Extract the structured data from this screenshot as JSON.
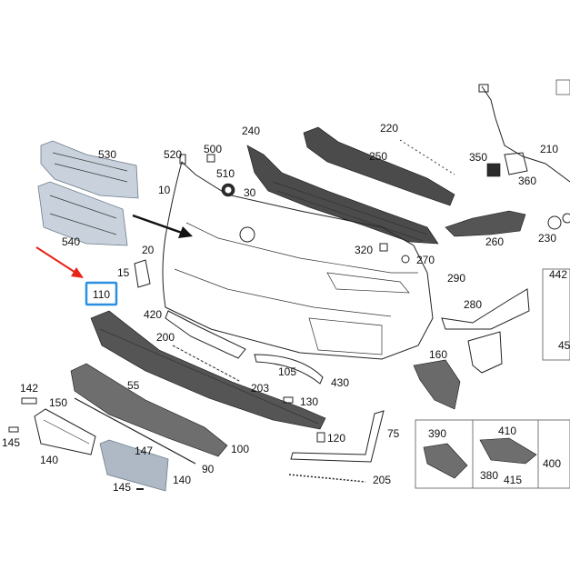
{
  "highlight": {
    "label": "110",
    "color": "#2a8fe0"
  },
  "arrow_color": "#e8231a",
  "callouts": {
    "c10": "10",
    "c15": "15",
    "c20": "20",
    "c30": "30",
    "c55": "55",
    "c75": "75",
    "c90": "90",
    "c100": "100",
    "c105": "105",
    "c120": "120",
    "c130": "130",
    "c140a": "140",
    "c140b": "140",
    "c142": "142",
    "c145a": "145",
    "c145b": "145",
    "c147": "147",
    "c150": "150",
    "c160": "160",
    "c200": "200",
    "c203": "203",
    "c205": "205",
    "c210": "210",
    "c220": "220",
    "c230": "230",
    "c240": "240",
    "c250": "250",
    "c260": "260",
    "c270": "270",
    "c280": "280",
    "c290": "290",
    "c320": "320",
    "c350": "350",
    "c360": "360",
    "c380": "380",
    "c390": "390",
    "c400": "400",
    "c410": "410",
    "c415": "415",
    "c420": "420",
    "c430": "430",
    "c442": "442",
    "c45": "45",
    "c500": "500",
    "c510": "510",
    "c520": "520",
    "c530": "530",
    "c540": "540"
  }
}
